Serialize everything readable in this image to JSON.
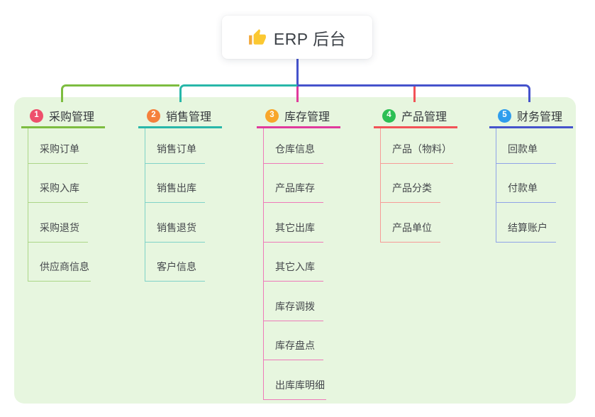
{
  "root": {
    "title": "ERP 后台",
    "icon": "thumbs-up-icon",
    "line_color": "#4553cc"
  },
  "panel": {
    "background": "#e7f6df"
  },
  "branches": [
    {
      "label": "采购管理",
      "badge": "1",
      "colors": {
        "badge": "#ee4f6c",
        "main": "#7dbd40",
        "light": "#abd687"
      },
      "children": [
        "采购订单",
        "采购入库",
        "采购退货",
        "供应商信息"
      ]
    },
    {
      "label": "销售管理",
      "badge": "2",
      "colors": {
        "badge": "#f5803c",
        "main": "#28b7a9",
        "light": "#7fd2c8"
      },
      "children": [
        "销售订单",
        "销售出库",
        "销售退货",
        "客户信息"
      ]
    },
    {
      "label": "库存管理",
      "badge": "3",
      "colors": {
        "badge": "#f8a62b",
        "main": "#e03a9c",
        "light": "#ee79b9"
      },
      "children": [
        "仓库信息",
        "产品库存",
        "其它出库",
        "其它入库",
        "库存调拨",
        "库存盘点",
        "出库库明细"
      ]
    },
    {
      "label": "产品管理",
      "badge": "4",
      "colors": {
        "badge": "#2cbf54",
        "main": "#f25257",
        "light": "#f79b97"
      },
      "children": [
        "产品（物料）",
        "产品分类",
        "产品单位"
      ]
    },
    {
      "label": "财务管理",
      "badge": "5",
      "colors": {
        "badge": "#2f9ded",
        "main": "#4553cc",
        "light": "#8fa3e8"
      },
      "children": [
        "回款单",
        "付款单",
        "结算账户"
      ]
    }
  ]
}
